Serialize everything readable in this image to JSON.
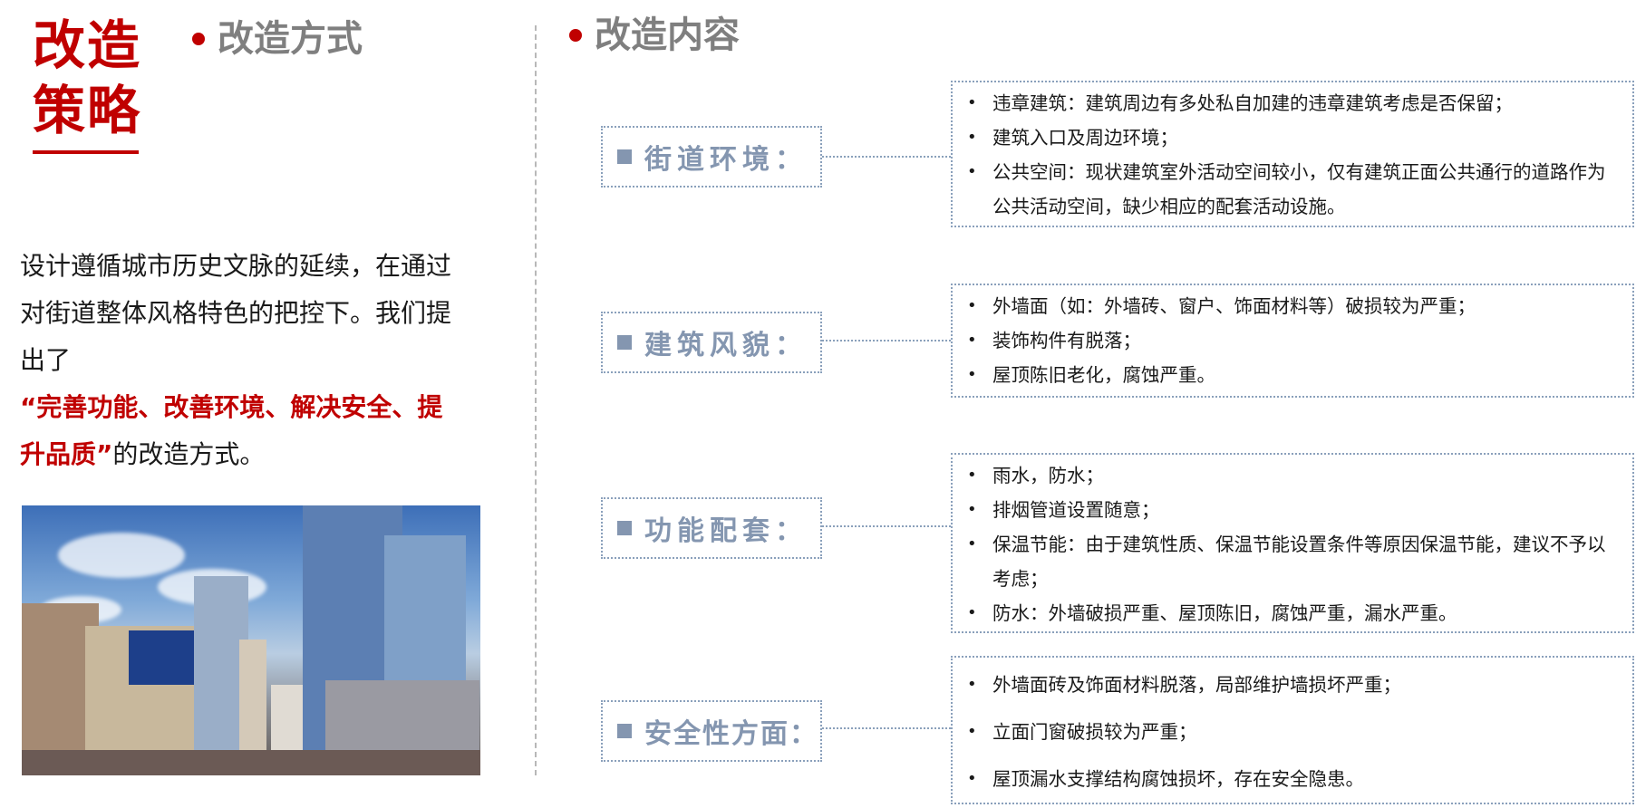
{
  "left": {
    "title_line1": "改造",
    "title_line2": "策略",
    "section_title": "改造方式",
    "description_before": "设计遵循城市历史文脉的延续，在通过对街道整体风格特色的把控下。我们提出了",
    "description_highlight": "“完善功能、改善环境、解决安全、提升品质”",
    "description_after": "的改造方式。"
  },
  "right": {
    "section_title": "改造内容",
    "categories": [
      {
        "label": "街道环境：",
        "items": [
          "违章建筑：建筑周边有多处私自加建的违章建筑考虑是否保留；",
          "建筑入口及周边环境；",
          "公共空间：现状建筑室外活动空间较小，仅有建筑正面公共通行的道路作为公共活动空间，缺少相应的配套活动设施。"
        ]
      },
      {
        "label": "建筑风貌：",
        "items": [
          "外墙面（如：外墙砖、窗户、饰面材料等）破损较为严重；",
          "装饰构件有脱落；",
          "屋顶陈旧老化，腐蚀严重。"
        ]
      },
      {
        "label": "功能配套：",
        "items": [
          "雨水，防水；",
          "排烟管道设置随意；",
          "保温节能：由于建筑性质、保温节能设置条件等原因保温节能，建议不予以考虑；",
          "防水：外墙破损严重、屋顶陈旧，腐蚀严重，漏水严重。"
        ]
      },
      {
        "label": "安全性方面：",
        "items": [
          "外墙面砖及饰面材料脱落，局部维护墙损坏严重；",
          "立面门窗破损较为严重；",
          "屋顶漏水支撑结构腐蚀损坏，存在安全隐患。"
        ]
      }
    ]
  },
  "colors": {
    "accent_red": "#c00000",
    "heading_gray": "#7f7f7f",
    "category_blue_gray": "#8496b0"
  }
}
